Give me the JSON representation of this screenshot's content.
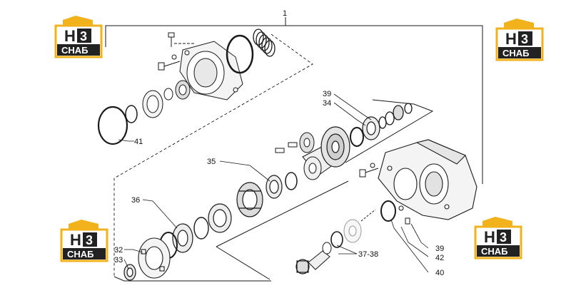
{
  "logo": {
    "mark": "H3",
    "text": "СНАБ",
    "colors": {
      "accent": "#f2b21c",
      "dark": "#222222",
      "white": "#ffffff"
    }
  },
  "callouts": {
    "c1": "1",
    "c39a": "39",
    "c34": "34",
    "c41": "41",
    "c35": "35",
    "c36": "36",
    "c32": "32",
    "c33": "33",
    "c37_38": "37-38",
    "c39b": "39",
    "c42": "42",
    "c40": "40"
  },
  "colors": {
    "line": "#1a1a1a",
    "gray": "#bdbdbd",
    "part_fill": "#f4f4f4"
  }
}
